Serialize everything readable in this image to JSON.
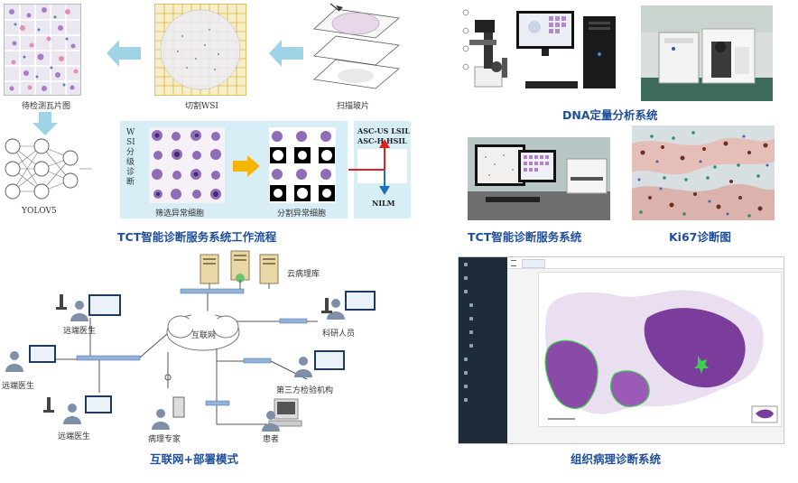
{
  "tct_flow": {
    "label_tiles": "待检测瓦片图",
    "label_cut": "切割WSI",
    "label_scan": "扫描玻片",
    "label_yolo": "YOLOV5",
    "label_classify": "WSI分级诊断",
    "label_screen": "筛选异常细胞",
    "label_segment": "分割异常细胞",
    "label_asc_us": "ASC-US LSIL",
    "label_asc_h": "ASC-H HSIL",
    "label_nilm": "NILM",
    "caption": "TCT智能诊断服务系统工作流程"
  },
  "network": {
    "label_cloud_server": "云病理库",
    "label_internet": "互联网",
    "label_remote_doctor": "远端医生",
    "label_remote_doctor2": "远端医生",
    "label_remote_doctor3": "远端医生",
    "label_researcher": "科研人员",
    "label_third_party": "第三方检验机构",
    "label_pathologist": "病理专家",
    "label_patient": "患者",
    "caption": "互联网+部署模式"
  },
  "dna": {
    "caption": "DNA定量分析系统"
  },
  "tct_system": {
    "caption": "TCT智能诊断服务系统"
  },
  "ki67": {
    "caption": "Ki67诊断图"
  },
  "tissue": {
    "caption": "组织病理诊断系统"
  },
  "colors": {
    "caption_blue": "#1f4e9a",
    "panel_blue": "#d8eef7",
    "arrow_blue": "#9fd3e6",
    "arrow_orange": "#f6b500",
    "arrow_red": "#e02020",
    "arrow_dark_blue": "#1e6fc0",
    "sidebar_dark": "#1e2c3a",
    "tissue_purple": "#7b3d9c"
  }
}
